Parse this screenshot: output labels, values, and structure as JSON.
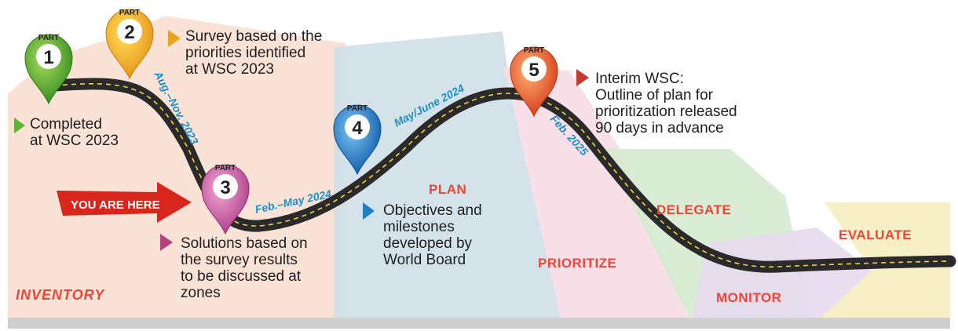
{
  "phases": {
    "inventory": "INVENTORY",
    "plan": "PLAN",
    "prioritize": "PRIORITIZE",
    "delegate": "DELEGATE",
    "monitor": "MONITOR",
    "evaluate": "EVALUATE"
  },
  "marker": {
    "part_word": "PART",
    "part1": "1",
    "part2": "2",
    "part3": "3",
    "part4": "4",
    "part5": "5"
  },
  "dates": {
    "part2": "Aug.–Nov. 2023",
    "part3": "Feb.–May 2024",
    "part4": "May/June 2024",
    "part5": "Feb. 2025"
  },
  "notes": {
    "part1": [
      "Completed",
      "at WSC 2023"
    ],
    "part2": [
      "Survey based on the",
      "priorities identified",
      "at WSC 2023"
    ],
    "part3": [
      "Solutions based on",
      "the survey results",
      "to be discussed at",
      "zones"
    ],
    "part4": [
      "Objectives and",
      "milestones",
      "developed by",
      "World Board"
    ],
    "part5": [
      "Interim WSC:",
      "Outline of plan for",
      "prioritization released",
      "90 days in advance"
    ]
  },
  "you_are_here": "YOU ARE HERE",
  "colors": {
    "part1": "#5fb233",
    "part2": "#f5a81c",
    "part3": "#c2559b",
    "part4": "#1f7fc4",
    "part5": "#ef5a2e",
    "phase_text": "#e8473a",
    "date_text": "#1d8fc4"
  }
}
